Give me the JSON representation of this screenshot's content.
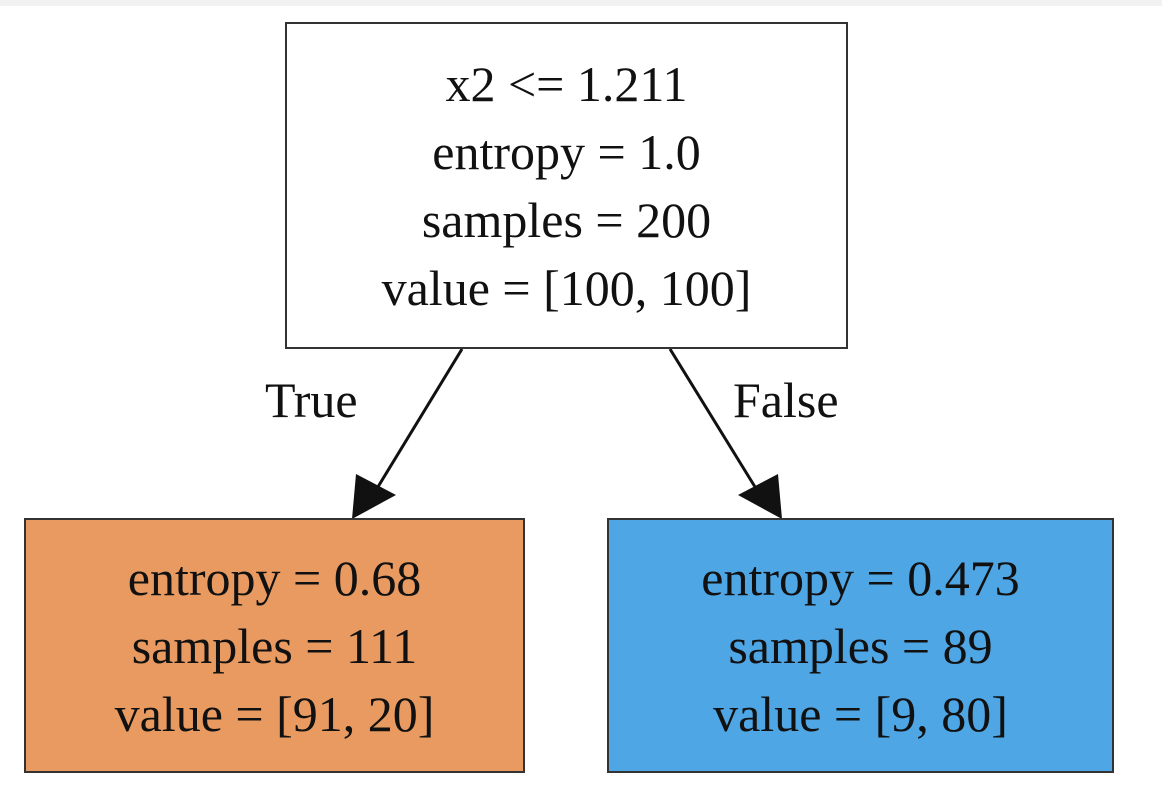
{
  "tree": {
    "root": {
      "split": "x2 <= 1.211",
      "entropy": "entropy = 1.0",
      "samples": "samples = 200",
      "value": "value = [100, 100]",
      "fill": "#ffffff"
    },
    "left": {
      "entropy": "entropy = 0.68",
      "samples": "samples = 111",
      "value": "value = [91, 20]",
      "fill": "#e99a61"
    },
    "right": {
      "entropy": "entropy = 0.473",
      "samples": "samples = 89",
      "value": "value = [9, 80]",
      "fill": "#4fa6e5"
    },
    "edges": {
      "true_label": "True",
      "false_label": "False"
    }
  }
}
